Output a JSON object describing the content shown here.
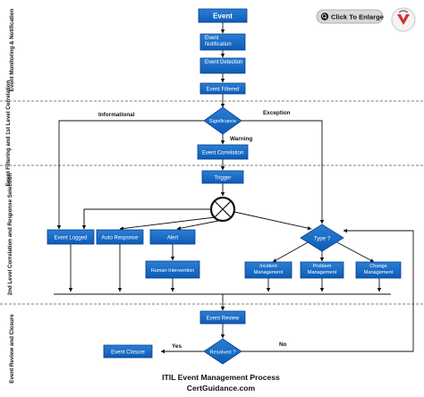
{
  "lanes": [
    "Event Monitoring & Notification",
    "Event Filtering and 1st Level Correlation",
    "2nd Level Correlation and Response Selection",
    "Event Review and Closure"
  ],
  "nodes": {
    "event": "Event",
    "event_notification": "Event Notification",
    "event_detection": "Event Detection",
    "event_filtered": "Event Filtered",
    "significance": "Significance",
    "event_correlation": "Event Correlation",
    "trigger": "Trigger",
    "event_logged": "Event Logged",
    "auto_response": "Auto Response",
    "alert": "Alert",
    "human_intervention": "Human Intervention",
    "type": "Type ?",
    "incident_management": "Incident Management",
    "problem_management": "Problem Management",
    "change_management": "Change Management",
    "event_review": "Event Review",
    "resolved": "Resolved ?",
    "event_closure": "Event Closure"
  },
  "edge_labels": {
    "informational": "Informational",
    "exception": "Exception",
    "warning": "Warning",
    "yes": "Yes",
    "no": "No"
  },
  "caption": {
    "title": "ITIL Event Management Process",
    "source": "CertGuidance.com"
  },
  "enlarge_button": {
    "label": "Click To Enlarge"
  },
  "colors": {
    "box_fill": "#1565c0",
    "box_border": "#0b3d91",
    "lane_divider": "#444444",
    "arrow": "#111111",
    "button_bg": "#d9d9d9",
    "logo_red": "#d32f2f"
  }
}
